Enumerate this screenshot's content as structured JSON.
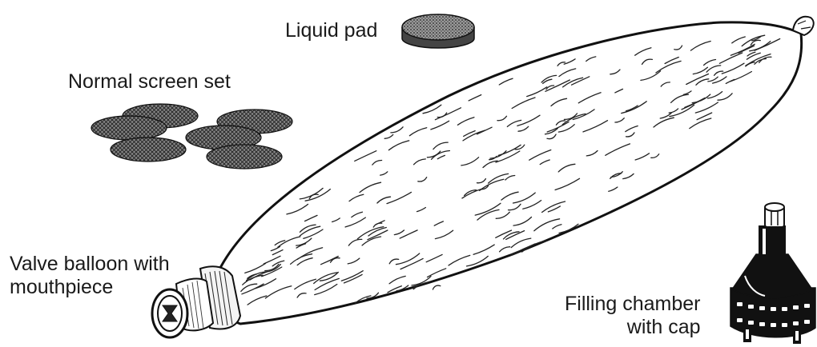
{
  "labels": {
    "liquid_pad": "Liquid pad",
    "normal_screen_set": "Normal screen set",
    "valve_balloon_line1": "Valve balloon with",
    "valve_balloon_line2": "mouthpiece",
    "filling_chamber_line1": "Filling chamber",
    "filling_chamber_line2": "with cap"
  },
  "icons": {
    "balloon": "filled-balloon-illustration",
    "mouthpiece": "valve-mouthpiece-illustration",
    "liquid_pad": "liquid-pad-disc",
    "screens": "screen-disc-set",
    "filling_chamber": "filling-chamber-illustration"
  },
  "colors": {
    "ink": "#1a1a1a",
    "screen_fill": "#5a5a5a",
    "pad_fill": "#6b6b6b",
    "chamber_fill": "#111111",
    "background": "#ffffff"
  }
}
